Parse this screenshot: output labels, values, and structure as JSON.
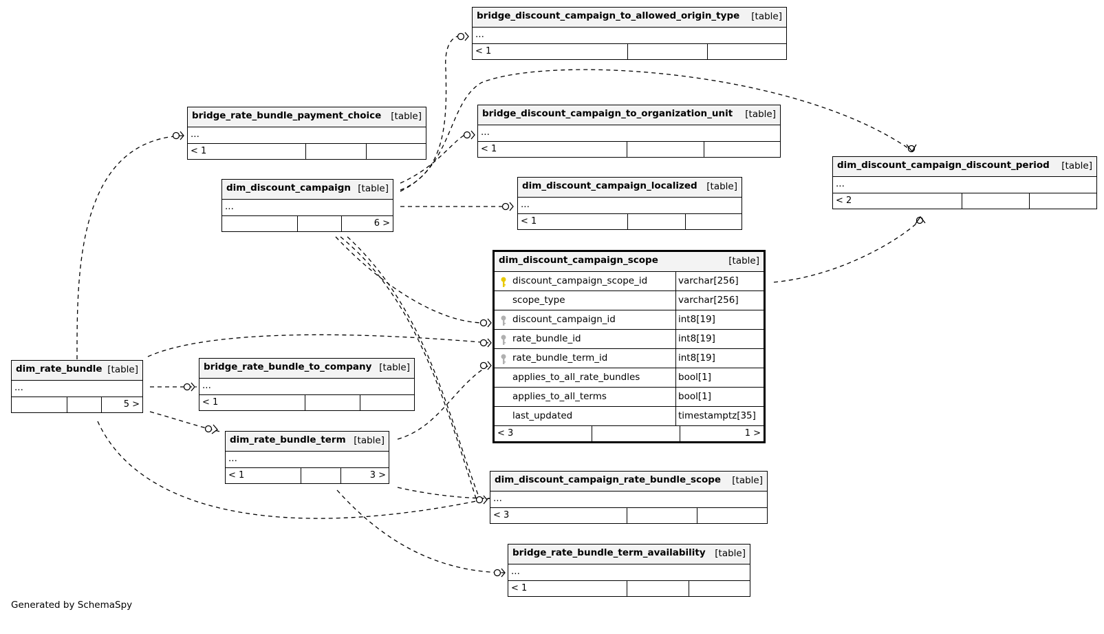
{
  "kind_label": "[table]",
  "ellipsis": "...",
  "tables": {
    "allowed_origin": {
      "name": "bridge_discount_campaign_to_allowed_origin_type",
      "left": "< 1",
      "right": ""
    },
    "payment_choice": {
      "name": "bridge_rate_bundle_payment_choice",
      "left": "< 1",
      "right": ""
    },
    "org_unit": {
      "name": "bridge_discount_campaign_to_organization_unit",
      "left": "< 1",
      "right": ""
    },
    "discount_period": {
      "name": "dim_discount_campaign_discount_period",
      "left": "< 2",
      "right": ""
    },
    "discount_campaign": {
      "name": "dim_discount_campaign",
      "left": "",
      "right": "6 >"
    },
    "localized": {
      "name": "dim_discount_campaign_localized",
      "left": "< 1",
      "right": ""
    },
    "rate_bundle": {
      "name": "dim_rate_bundle",
      "left": "",
      "right": "5 >"
    },
    "to_company": {
      "name": "bridge_rate_bundle_to_company",
      "left": "< 1",
      "right": ""
    },
    "bundle_term": {
      "name": "dim_rate_bundle_term",
      "left": "< 1",
      "right": "3 >"
    },
    "rate_bundle_scope": {
      "name": "dim_discount_campaign_rate_bundle_scope",
      "left": "< 3",
      "right": ""
    },
    "term_availability": {
      "name": "bridge_rate_bundle_term_availability",
      "left": "< 1",
      "right": ""
    }
  },
  "focus": {
    "name": "dim_discount_campaign_scope",
    "columns": [
      {
        "name": "discount_campaign_scope_id",
        "type": "varchar[256]",
        "key": "primary"
      },
      {
        "name": "scope_type",
        "type": "varchar[256]",
        "key": "none"
      },
      {
        "name": "discount_campaign_id",
        "type": "int8[19]",
        "key": "foreign"
      },
      {
        "name": "rate_bundle_id",
        "type": "int8[19]",
        "key": "foreign"
      },
      {
        "name": "rate_bundle_term_id",
        "type": "int8[19]",
        "key": "foreign"
      },
      {
        "name": "applies_to_all_rate_bundles",
        "type": "bool[1]",
        "key": "none"
      },
      {
        "name": "applies_to_all_terms",
        "type": "bool[1]",
        "key": "none"
      },
      {
        "name": "last_updated",
        "type": "timestamptz[35]",
        "key": "none"
      }
    ],
    "left": "< 3",
    "right": "1 >"
  },
  "colors": {
    "primary_key": "#e8c900",
    "foreign_key": "#b0b0b0",
    "line": "#000000",
    "header_bg": "#f3f3f3"
  },
  "footer": "Generated by SchemaSpy"
}
